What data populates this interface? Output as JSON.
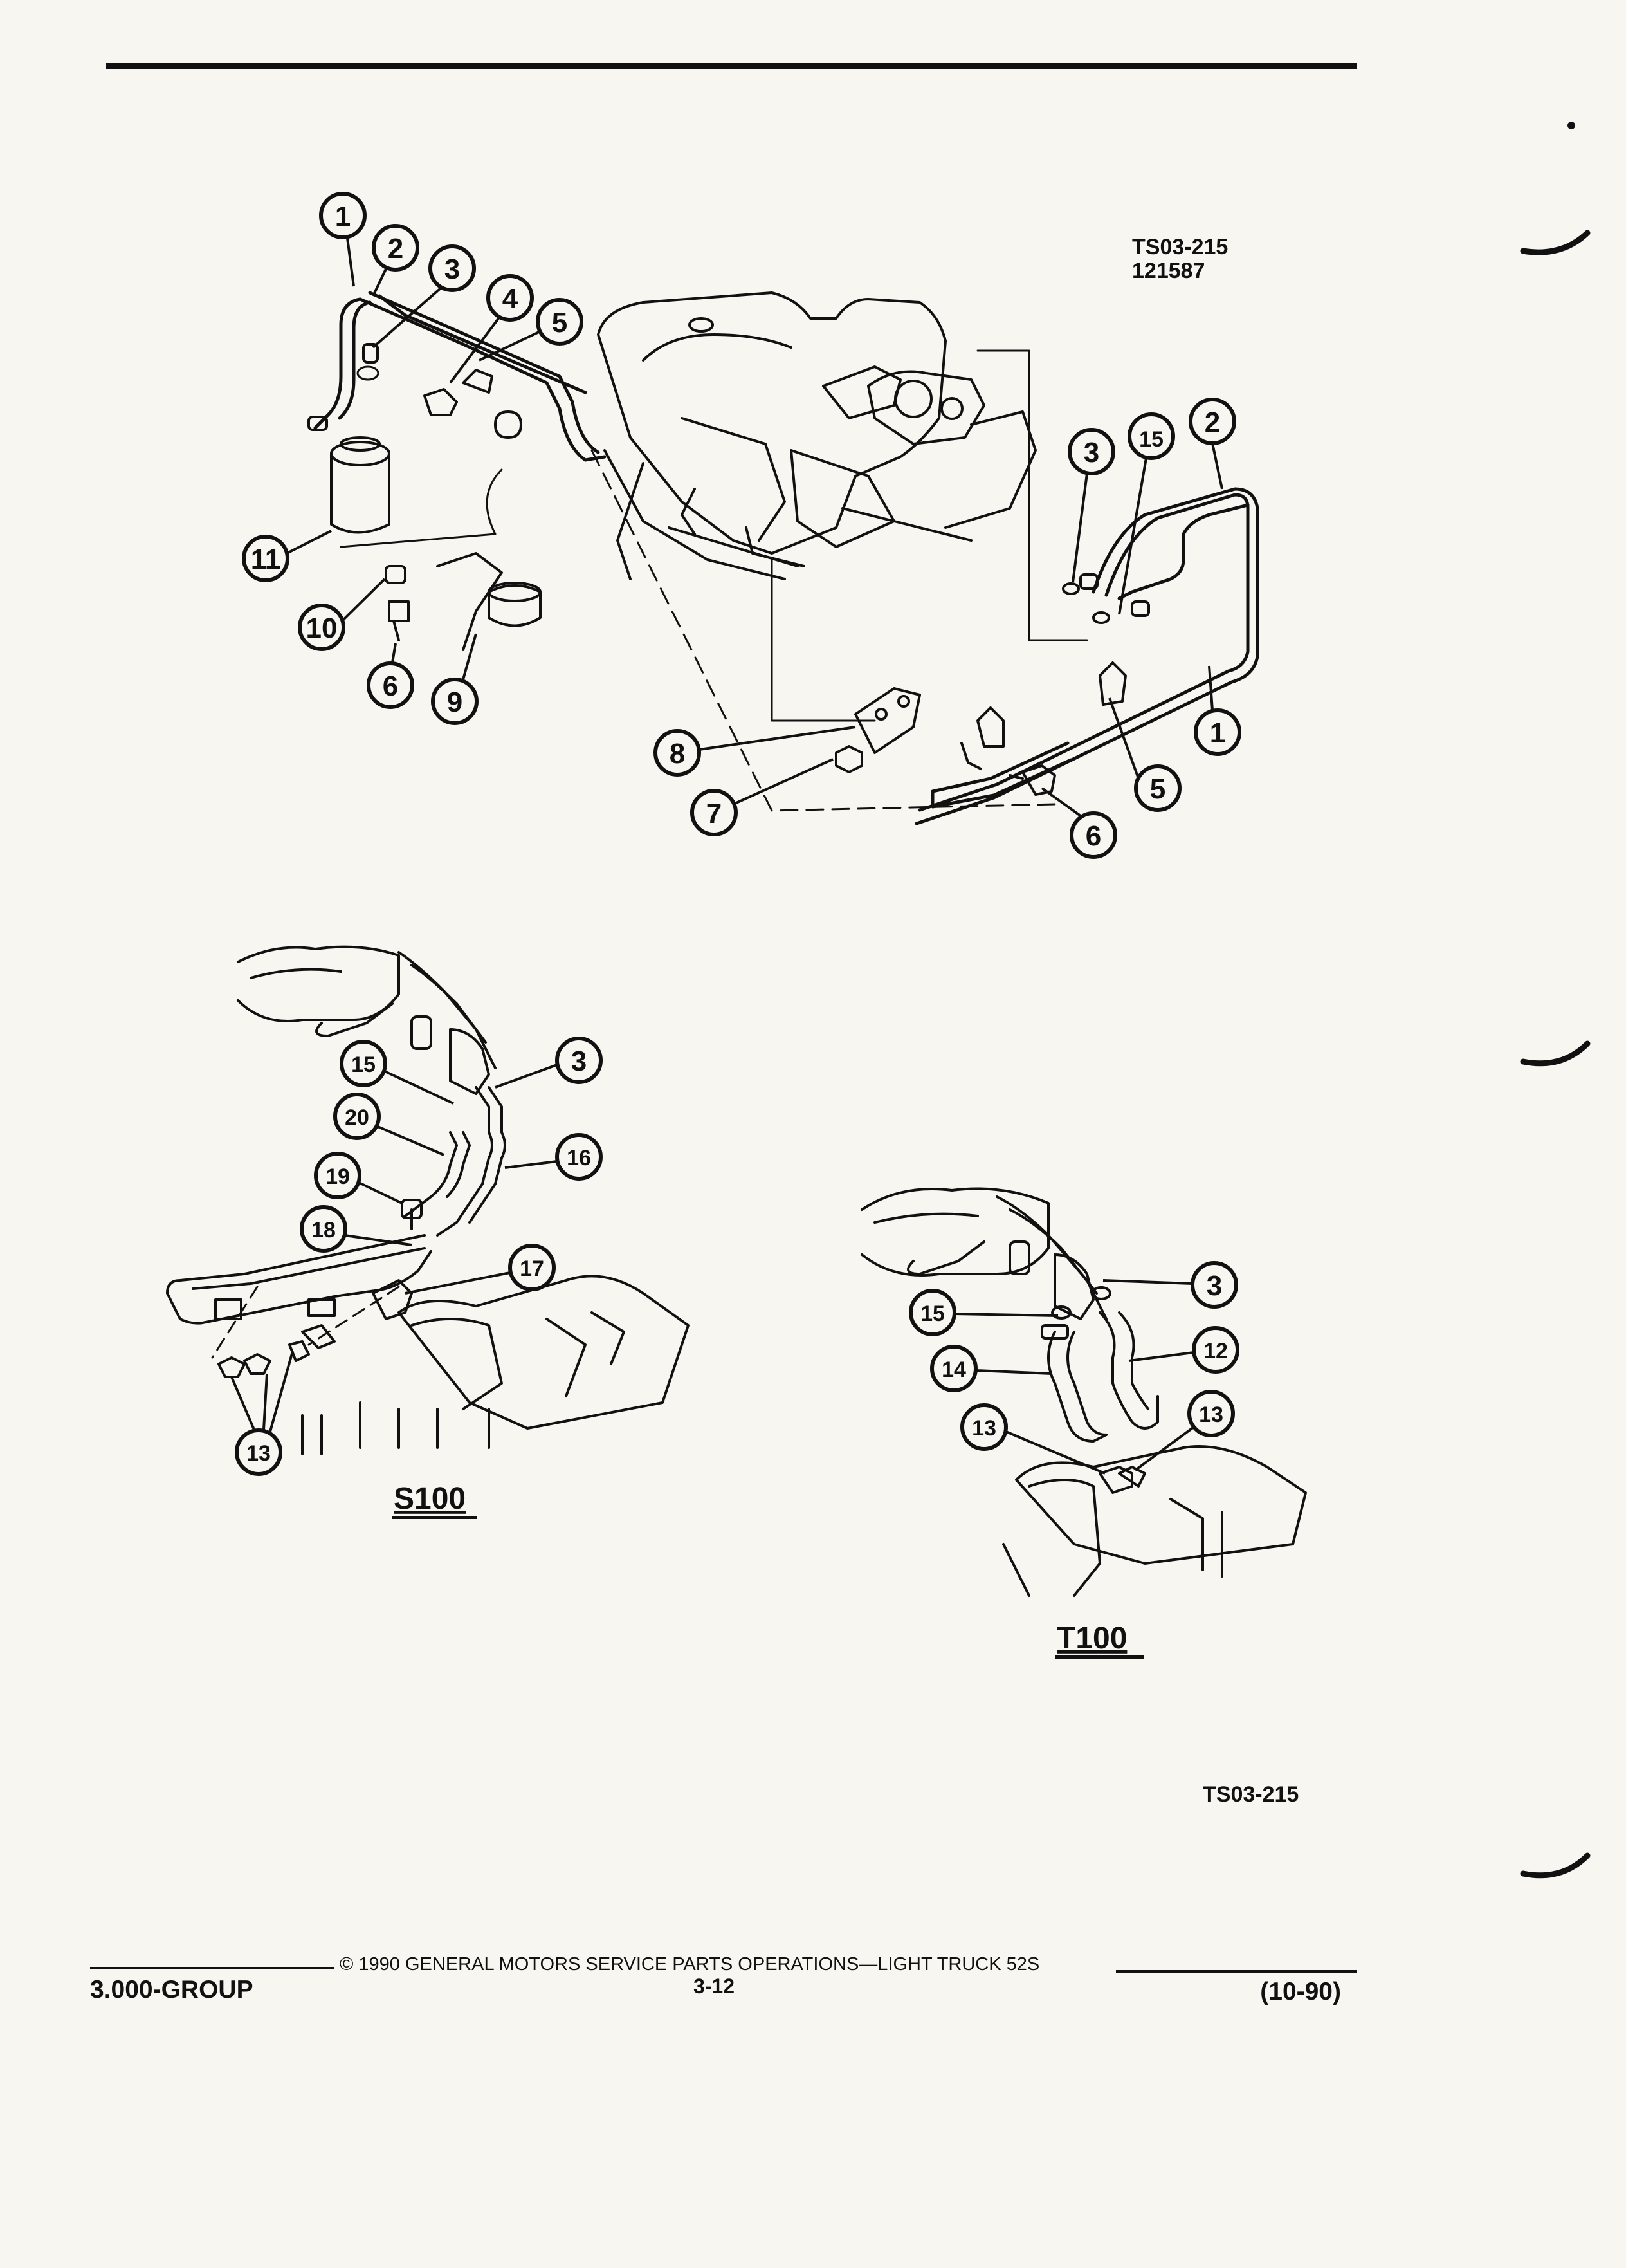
{
  "figure": {
    "ref_code": "TS03-215",
    "ref_date": "121587",
    "bottom_ref": "TS03-215",
    "views": {
      "s100": "S100",
      "t100": "T100"
    },
    "callouts": {
      "main": [
        "1",
        "2",
        "3",
        "4",
        "5",
        "11",
        "10",
        "6",
        "9",
        "3",
        "15",
        "2",
        "1",
        "5",
        "8",
        "7",
        "6"
      ],
      "s100": [
        "15",
        "3",
        "20",
        "16",
        "19",
        "18",
        "17",
        "13"
      ],
      "t100": [
        "3",
        "15",
        "12",
        "14",
        "13",
        "13"
      ]
    }
  },
  "footer": {
    "copyright": "© 1990 GENERAL MOTORS SERVICE PARTS OPERATIONS—LIGHT TRUCK 52S",
    "section": "3.000-GROUP",
    "page_number": "3-12",
    "revision": "(10-90)"
  }
}
